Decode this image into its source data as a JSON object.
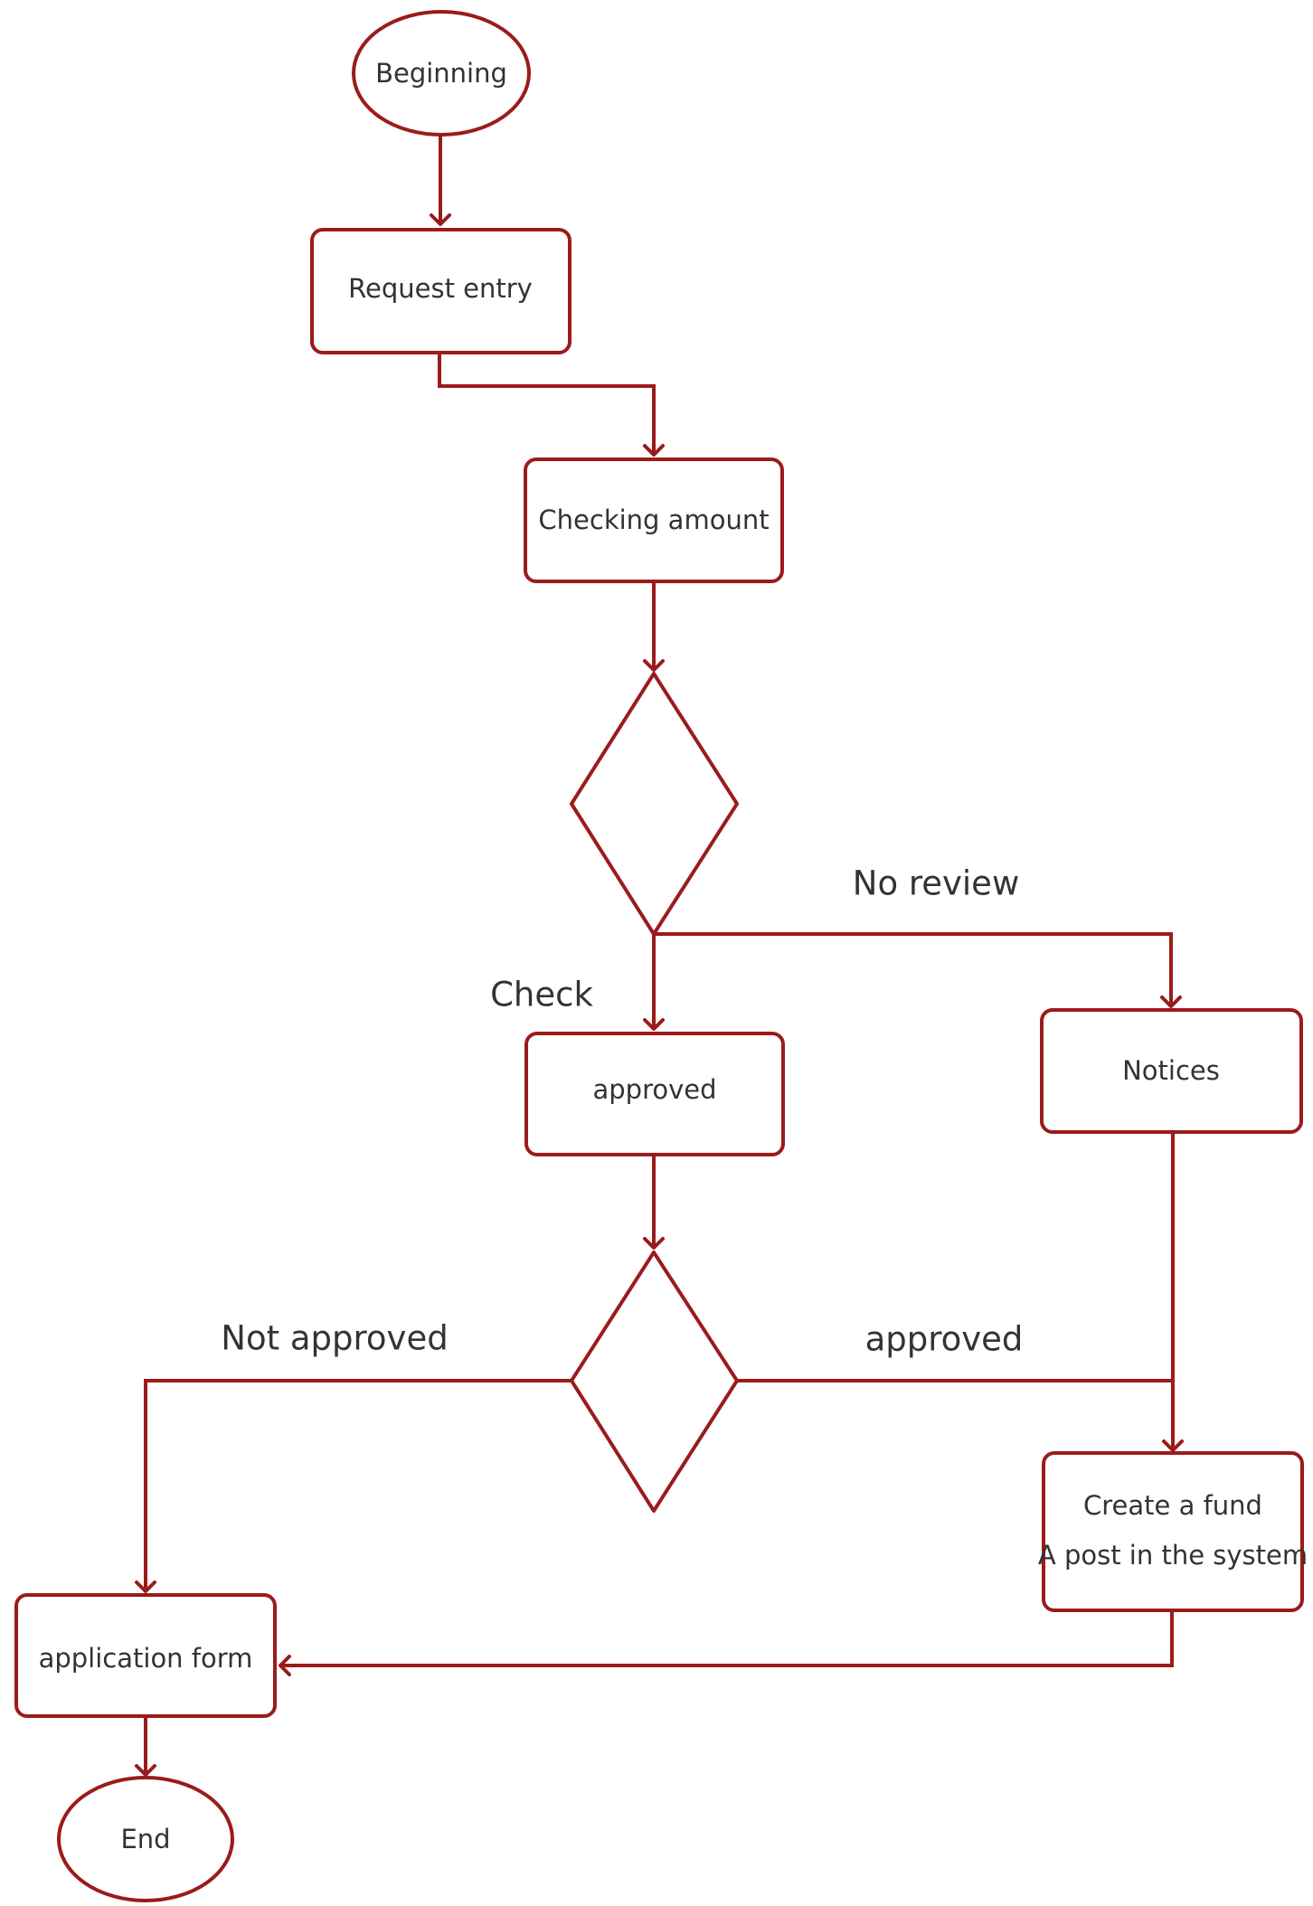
{
  "colors": {
    "stroke": "#9b1b1b",
    "text": "#333333",
    "background": "#ffffff"
  },
  "nodes": {
    "start": {
      "shape": "ellipse",
      "label": "Beginning"
    },
    "request_entry": {
      "shape": "rounded-rect",
      "label": "Request entry"
    },
    "checking_amount": {
      "shape": "rounded-rect",
      "label": "Checking amount"
    },
    "decision_review": {
      "shape": "diamond",
      "label": ""
    },
    "approved_box": {
      "shape": "rounded-rect",
      "label": "approved"
    },
    "notices": {
      "shape": "rounded-rect",
      "label": "Notices"
    },
    "decision_approval": {
      "shape": "diamond",
      "label": ""
    },
    "create_fund": {
      "shape": "rounded-rect",
      "label_line1": "Create a fund",
      "label_line2": "A post in the system"
    },
    "application_form": {
      "shape": "rounded-rect",
      "label": "application form"
    },
    "end": {
      "shape": "ellipse",
      "label": "End"
    }
  },
  "edge_labels": {
    "no_review": "No review",
    "check": "Check",
    "not_approved": "Not approved",
    "approved": "approved"
  },
  "edges": [
    {
      "from": "start",
      "to": "request_entry"
    },
    {
      "from": "request_entry",
      "to": "checking_amount"
    },
    {
      "from": "checking_amount",
      "to": "decision_review"
    },
    {
      "from": "decision_review",
      "to": "approved_box",
      "label": "Check"
    },
    {
      "from": "decision_review",
      "to": "notices",
      "label": "No review"
    },
    {
      "from": "approved_box",
      "to": "decision_approval"
    },
    {
      "from": "decision_approval",
      "to": "application_form",
      "label": "Not approved"
    },
    {
      "from": "decision_approval",
      "to": "create_fund",
      "label": "approved"
    },
    {
      "from": "notices",
      "to": "create_fund"
    },
    {
      "from": "create_fund",
      "to": "application_form"
    },
    {
      "from": "application_form",
      "to": "end"
    }
  ]
}
